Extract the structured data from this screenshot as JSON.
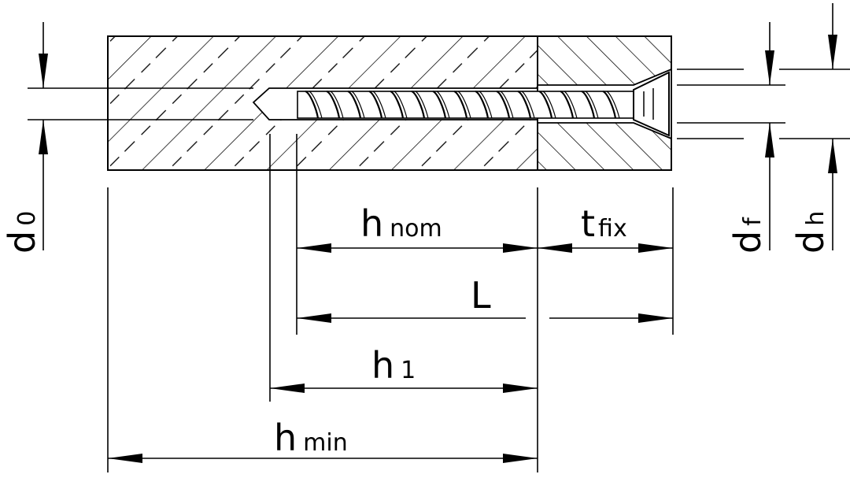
{
  "labels": {
    "h_nom": {
      "main": "h",
      "sub": "nom"
    },
    "t_fix": {
      "main": "t",
      "sub": "fix"
    },
    "L": {
      "main": "L"
    },
    "h_1": {
      "main": "h",
      "sub": "1"
    },
    "h_min": {
      "main": "h",
      "sub": "min"
    },
    "d_0": {
      "main": "d",
      "sub": "0"
    },
    "d_f": {
      "main": "d",
      "sub": "f"
    },
    "d_h": {
      "main": "d",
      "sub": "h"
    }
  },
  "colors": {
    "line": "#000000",
    "background": "#ffffff"
  }
}
